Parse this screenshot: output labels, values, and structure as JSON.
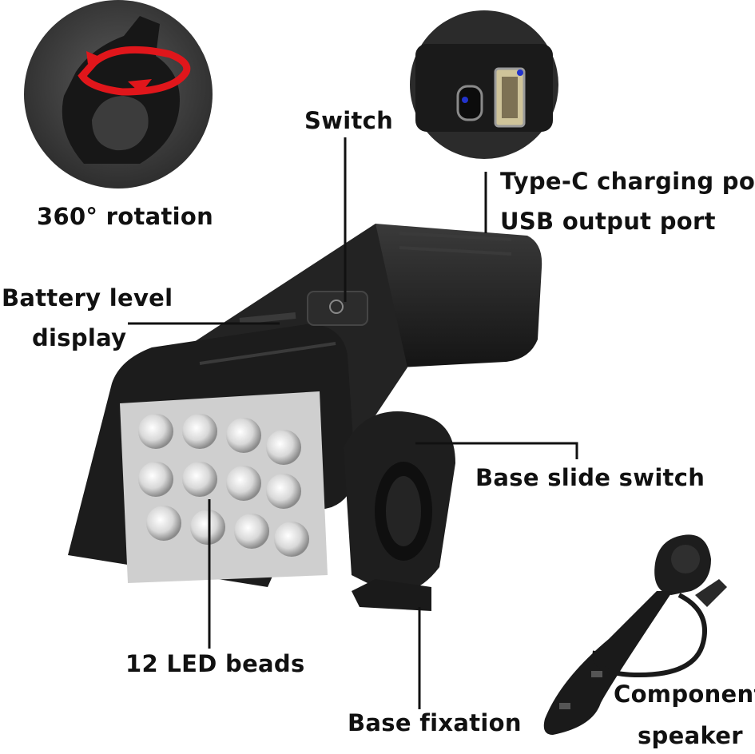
{
  "labels": {
    "switch": "Switch",
    "rotation": "360° rotation",
    "type_c": "Type-C charging port",
    "usb_output": "USB output port",
    "battery_line1": "Battery level",
    "battery_line2": "display",
    "base_slide": "Base slide switch",
    "led_beads": "12 LED beads",
    "base_fixation": "Base fixation",
    "component_line1": "Component",
    "component_line2": "speaker"
  },
  "colors": {
    "rotation_arrow": "#e0161b",
    "port_dot": "#2233cc",
    "body": "#1f1f1f"
  }
}
